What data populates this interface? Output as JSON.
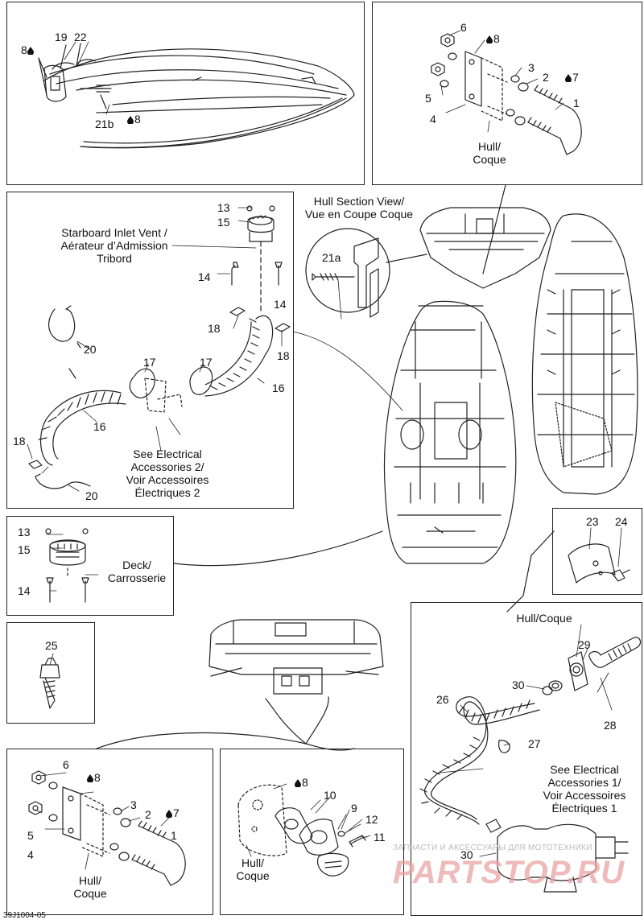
{
  "labels": {
    "p1_8": "8",
    "p1_19": "19",
    "p1_22": "22",
    "p1_21b": "21b",
    "p1_8b": "8",
    "p2_6": "6",
    "p2_8": "8",
    "p2_3": "3",
    "p2_2": "2",
    "p2_7": "7",
    "p2_1": "1",
    "p2_5": "5",
    "p2_4": "4",
    "p2_hull": "Hull/\nCoque",
    "hull_section": "Hull Section View/\nVue en Coupe Coque",
    "p_21a": "21a",
    "p3_13": "13",
    "p3_15": "15",
    "p3_vent": "Starboard Inlet Vent /\nAérateur d’Admission\nTribord",
    "p3_14a": "14",
    "p3_14b": "14",
    "p3_18a": "18",
    "p3_18b": "18",
    "p3_20a": "20",
    "p3_17a": "17",
    "p3_17b": "17",
    "p3_16a": "16",
    "p3_16b": "16",
    "p3_18c": "18",
    "p3_20b": "20",
    "p3_see": "See Electrical\nAccessories 2/\nVoir Accessoires\nÉlectriques 2",
    "p4_13": "13",
    "p4_15": "15",
    "p4_14": "14",
    "p4_deck": "Deck/\nCarrosserie",
    "p5_23": "23",
    "p5_24": "24",
    "p6_25": "25",
    "p7_hull": "Hull/Coque",
    "p7_29": "29",
    "p7_30a": "30",
    "p7_28": "28",
    "p7_26": "26",
    "p7_27": "27",
    "p7_see": "See Electrical\nAccessories 1/\nVoir Accessoires\nÉlectriques 1",
    "p7_30b": "30",
    "p8_6": "6",
    "p8_8": "8",
    "p8_3": "3",
    "p8_2": "2",
    "p8_7": "7",
    "p8_1": "1",
    "p8_5": "5",
    "p8_4": "4",
    "p8_hull": "Hull/\nCoque",
    "p9_8": "8",
    "p9_10": "10",
    "p9_9": "9",
    "p9_12": "12",
    "p9_11": "11",
    "p9_hull": "Hull/\nCoque"
  },
  "footer": {
    "code": "39J1004-05"
  },
  "watermark": {
    "line1": "ЗАПЧАСТИ И АКСЕССУАРЫ ДЛЯ МОТОТЕХНИКИ",
    "brand": "PARTSTOP.RU",
    "color": "#e9a3a3"
  },
  "icons": {
    "drop": "fluid-drop-icon"
  }
}
